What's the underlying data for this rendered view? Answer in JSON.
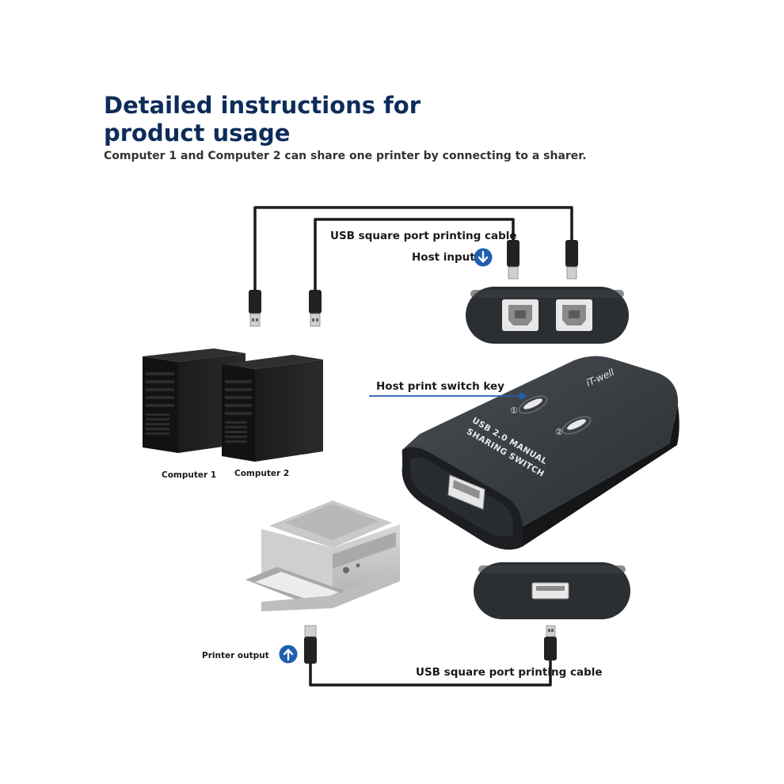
{
  "header": {
    "title_line1": "Detailed instructions for",
    "title_line2": "product usage",
    "subtitle": "Computer 1 and Computer 2 can share one printer by connecting to a sharer."
  },
  "labels": {
    "usb_cable_top": "USB square port printing cable",
    "host_input": "Host input",
    "host_print_switch_key": "Host print switch key",
    "computer_1": "Computer 1",
    "computer_2": "Computer 2",
    "printer_output": "Printer output",
    "usb_cable_bottom": "USB square port printing cable"
  },
  "device": {
    "brand": "iT-well",
    "line1": "USB 2.0 MANUAL",
    "line2": "SHARING SWITCH",
    "button_1": "①",
    "button_2": "②"
  },
  "colors": {
    "title": "#0d2c5a",
    "accent_blue": "#1f5fae",
    "device_dark": "#2c2f33",
    "cable": "#1a1a1a"
  },
  "icons": {
    "host_input": "arrow-down-circle-icon",
    "printer_output": "arrow-up-circle-icon"
  }
}
